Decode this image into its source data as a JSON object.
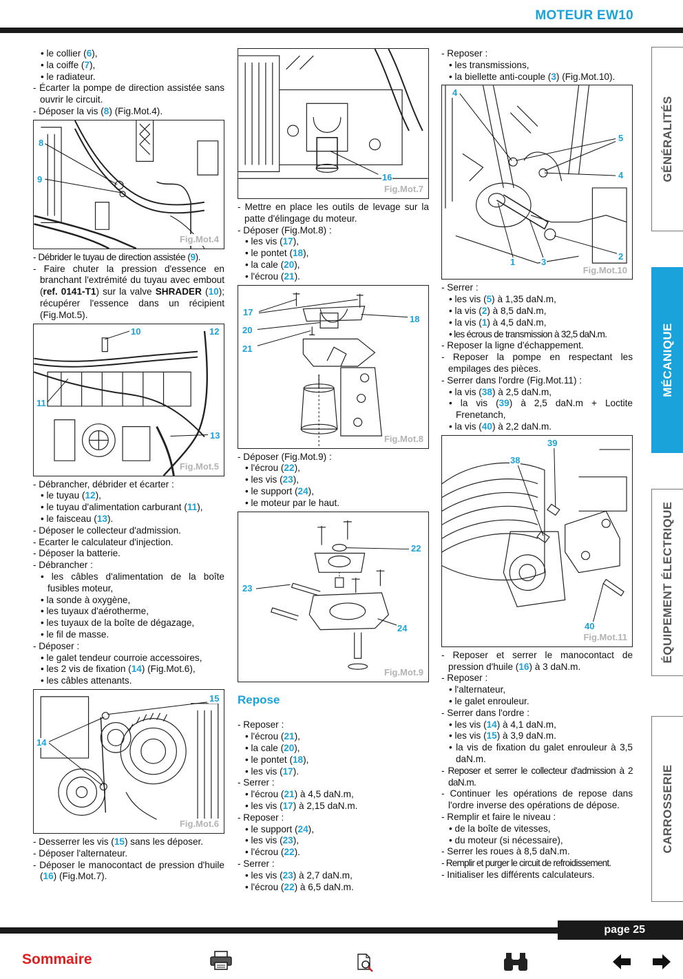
{
  "header": {
    "title": "MOTEUR EW10",
    "page": "page 25"
  },
  "tabs": [
    "GÉNÉRALITÉS",
    "MÉCANIQUE",
    "ÉQUIPEMENT ÉLECTRIQUE",
    "CARROSSERIE"
  ],
  "footer": {
    "sommaire": "Sommaire"
  },
  "col1": {
    "intro": [
      "• le collier (",
      "6",
      "),",
      "• la coiffe (",
      "7",
      "),",
      "• le radiateur.",
      "- Écarter la pompe de direction assistée sans ouvrir le circuit.",
      "- Déposer la vis (",
      "8",
      ") (Fig.Mot.4)."
    ],
    "fig4": {
      "caption": "Fig.Mot.4",
      "labels": [
        "8",
        "9"
      ]
    },
    "after4": [
      "- Débrider le tuyau de direction assistée (",
      "9",
      ").",
      "- Faire chuter la pression d'essence en branchant l'extrémité du tuyau avec embout (",
      "ref. 0141-T1",
      ") sur la valve ",
      "SHRADER",
      " (",
      "10",
      "); récupérer l'essence dans un récipient (Fig.Mot.5)."
    ],
    "fig5": {
      "caption": "Fig.Mot.5",
      "labels": [
        "10",
        "12",
        "11",
        "13"
      ]
    },
    "after5": [
      "- Débrancher, débrider et écarter :",
      "• le tuyau (",
      "12",
      "),",
      "• le tuyau d'alimentation carburant (",
      "11",
      "),",
      "• le faisceau (",
      "13",
      ").",
      "- Déposer le collecteur d'admission.",
      "- Ecarter le calculateur d'injection.",
      "- Déposer la batterie.",
      "- Débrancher :",
      "• les câbles d'alimentation de la boîte fusibles moteur,",
      "• la sonde à oxygène,",
      "• les tuyaux d'aérotherme,",
      "• les tuyaux de la boîte de dégazage,",
      "• le fil de masse.",
      "- Déposer :",
      "• le galet tendeur courroie accessoires,",
      "• les 2 vis de fixation (",
      "14",
      ") (Fig.Mot.6),",
      "• les câbles attenants."
    ],
    "fig6": {
      "caption": "Fig.Mot.6",
      "labels": [
        "15",
        "14"
      ]
    },
    "after6": [
      "- Desserrer les vis (",
      "15",
      ") sans les déposer.",
      "- Déposer l'alternateur.",
      "- Déposer le manocontact de pression d'huile (",
      "16",
      ") (Fig.Mot.7)."
    ]
  },
  "col2": {
    "fig7": {
      "caption": "Fig.Mot.7",
      "labels": [
        "16"
      ]
    },
    "after7": [
      "- Mettre en place les outils de levage sur la patte d'élingage du moteur.",
      "- Déposer (Fig.Mot.8) :",
      "• les vis (",
      "17",
      "),",
      "• le pontet (",
      "18",
      "),",
      "• la cale (",
      "20",
      "),",
      "• l'écrou (",
      "21",
      ")."
    ],
    "fig8": {
      "caption": "Fig.Mot.8",
      "labels": [
        "17",
        "18",
        "20",
        "21"
      ]
    },
    "after8": [
      "- Déposer (Fig.Mot.9) :",
      "• l'écrou (",
      "22",
      "),",
      "• les vis (",
      "23",
      "),",
      "• le support (",
      "24",
      "),",
      "• le moteur par le haut."
    ],
    "fig9": {
      "caption": "Fig.Mot.9",
      "labels": [
        "22",
        "23",
        "24"
      ]
    },
    "repose_title": "Repose",
    "repose": [
      "- Reposer :",
      "• l'écrou (",
      "21",
      "),",
      "• la cale (",
      "20",
      "),",
      "• le pontet (",
      "18",
      "),",
      "• les vis (",
      "17",
      ").",
      "- Serrer :",
      "• l'écrou (",
      "21",
      ") à 4,5 daN.m,",
      "• les vis (",
      "17",
      ") à 2,15 daN.m.",
      "- Reposer :",
      "• le support (",
      "24",
      "),",
      "• les vis (",
      "23",
      "),",
      "• l'écrou (",
      "22",
      ").",
      "- Serrer :",
      "• les vis (",
      "23",
      ") à 2,7 daN.m,",
      "• l'écrou (",
      "22",
      ") à 6,5 daN.m."
    ]
  },
  "col3": {
    "intro": [
      "- Reposer :",
      "• les transmissions,",
      "• la biellette anti-couple (",
      "3",
      ") (Fig.Mot.10)."
    ],
    "fig10": {
      "caption": "Fig.Mot.10",
      "labels": [
        "4",
        "5",
        "4",
        "1",
        "3",
        "2"
      ]
    },
    "after10": [
      "- Serrer :",
      "• les vis (",
      "5",
      ") à 1,35 daN.m,",
      "• la vis (",
      "2",
      ") à 8,5 daN.m,",
      "• la vis (",
      "1",
      ") à 4,5 daN.m,",
      "• les écrous de transmission à 32,5 daN.m.",
      "- Reposer la ligne d'échappement.",
      "- Reposer la pompe en respectant les empilages des pièces.",
      "- Serrer dans l'ordre (Fig.Mot.11) :",
      "• la vis (",
      "38",
      ") à 2,5 daN.m,",
      "• la vis (",
      "39",
      ") à 2,5 daN.m + Loctite Frenetanch,",
      "• la vis (",
      "40",
      ") à 2,2 daN.m."
    ],
    "fig11": {
      "caption": "Fig.Mot.11",
      "labels": [
        "39",
        "38",
        "40"
      ]
    },
    "after11": [
      "- Reposer et serrer le manocontact de pression d'huile (",
      "16",
      ") à 3 daN.m.",
      "- Reposer :",
      "• l'alternateur,",
      "• le galet enrouleur.",
      "- Serrer dans l'ordre :",
      "• les vis (",
      "14",
      ") à 4,1 daN.m,",
      "• les vis (",
      "15",
      ") à 3,9 daN.m.",
      "• la vis de fixation du galet enrouleur à 3,5 daN.m.",
      "- Reposer et serrer le collecteur d'admission à 2 daN.m.",
      "- Continuer les opérations de repose dans l'ordre inverse des opérations de dépose.",
      "- Remplir et faire le niveau :",
      "• de la boîte de vitesses,",
      "• du moteur (si nécessaire),",
      "- Serrer les roues à 8,5 daN.m.",
      "- Remplir et purger le circuit de refroidissement.",
      "- Initialiser les différents calculateurs."
    ]
  }
}
